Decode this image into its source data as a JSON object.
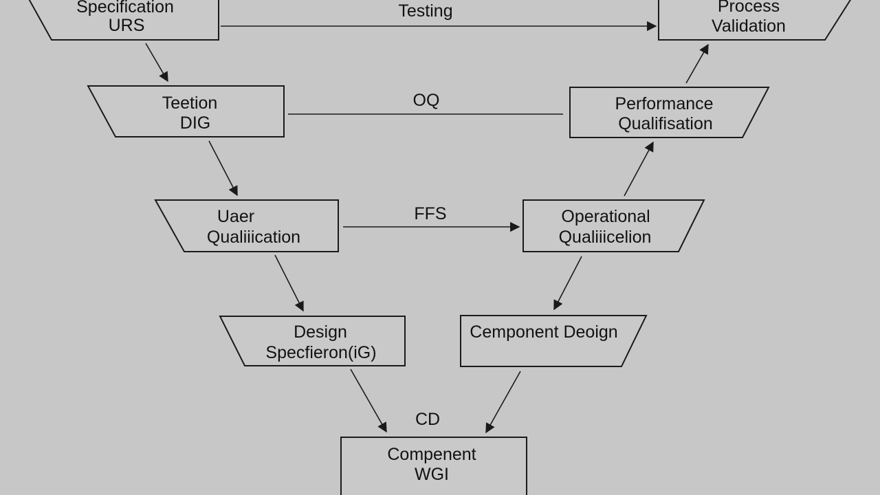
{
  "nodes": {
    "urs": {
      "line1": "Specification",
      "line2": "URS"
    },
    "process_validation": {
      "line1": "Process",
      "line2": "Validation"
    },
    "testing_dig": {
      "line1": "Teetion",
      "line2": "DIG"
    },
    "performance_qualification": {
      "line1": "Performance",
      "line2": "Qualifisation"
    },
    "user_qualification": {
      "line1": "Uaer",
      "line2": "Qualiiication"
    },
    "operational_qualification": {
      "line1": "Operational",
      "line2": "Qualiiicelion"
    },
    "design_specification": {
      "line1": "Design",
      "line2": "Specfieron(iG)"
    },
    "component_design": {
      "line1": "Cemponent Deoign"
    },
    "component_wgi": {
      "line1": "Compenent",
      "line2": "WGI"
    }
  },
  "links": {
    "top": "Testing",
    "second": "OQ",
    "third": "FFS",
    "bottom": "CD"
  }
}
